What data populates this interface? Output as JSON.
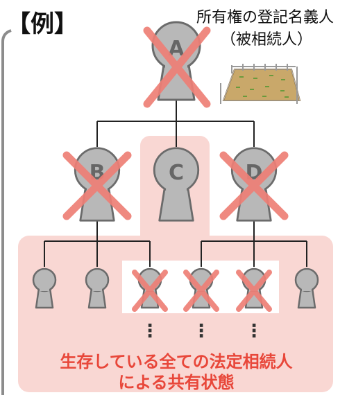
{
  "example_label": "【例】",
  "owner_label_line1": "所有権の登記名義人",
  "owner_label_line2": "（被相続人）",
  "nodes": {
    "A": "A",
    "B": "B",
    "C": "C",
    "D": "D"
  },
  "ellipsis": "⋮",
  "conclusion_line1": "生存している全ての法定相続人",
  "conclusion_line2": "による共有状態",
  "icons": {
    "person": "person-icon",
    "land": "land-plot-icon",
    "deceased_mark": "red-x-mark"
  },
  "colors": {
    "highlight_bg": "#f9d7d3",
    "accent_red": "#e8473a",
    "cross_red": "#ee7f76",
    "person_fill": "#b8b8b8",
    "person_stroke": "#666666",
    "line": "#222222"
  }
}
